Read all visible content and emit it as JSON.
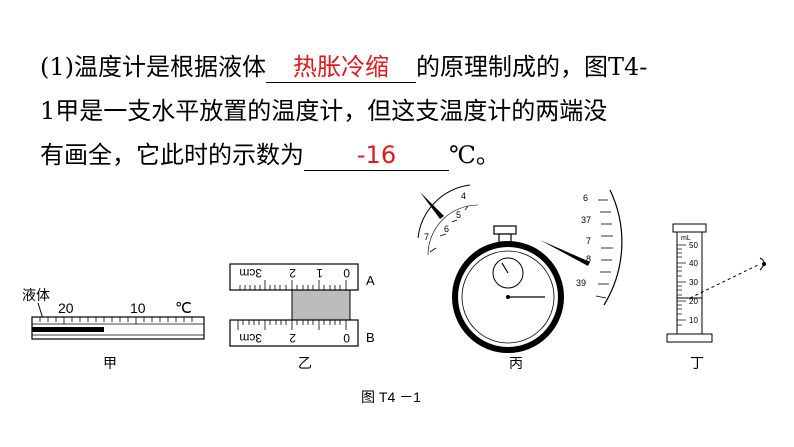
{
  "question": {
    "line1_prefix": "(1)温度计是根据液体",
    "answer1": "热胀冷缩",
    "line1_suffix": "的原理制成的，图T4-",
    "line2": "1甲是一支水平放置的温度计，但这支温度计的两端没",
    "line3_prefix": "有画全，它此时的示数为",
    "answer2": "-16",
    "line3_suffix": "℃。"
  },
  "figure": {
    "caption": "图 T4 －1",
    "labels": {
      "jia": "甲",
      "yi": "乙",
      "bing": "丙",
      "ding": "丁"
    },
    "thermometer": {
      "liquid_label": "液体",
      "tick_20": "20",
      "tick_10": "10",
      "unit": "℃"
    },
    "rulers": {
      "label_a": "A",
      "label_b": "B",
      "ticks": [
        "0",
        "1",
        "2",
        "3cm"
      ]
    },
    "stopwatch": {
      "minute_ticks": [
        "4",
        "5",
        "6",
        "7"
      ],
      "second_ticks": [
        "6",
        "37",
        "7",
        "8",
        "39"
      ]
    },
    "cylinder": {
      "unit": "mL",
      "ticks": [
        "50",
        "40",
        "30",
        "20",
        "10"
      ]
    }
  },
  "colors": {
    "answer": "#e0191f",
    "ink": "#000000",
    "ruler_fill": "#bcbcbc"
  }
}
